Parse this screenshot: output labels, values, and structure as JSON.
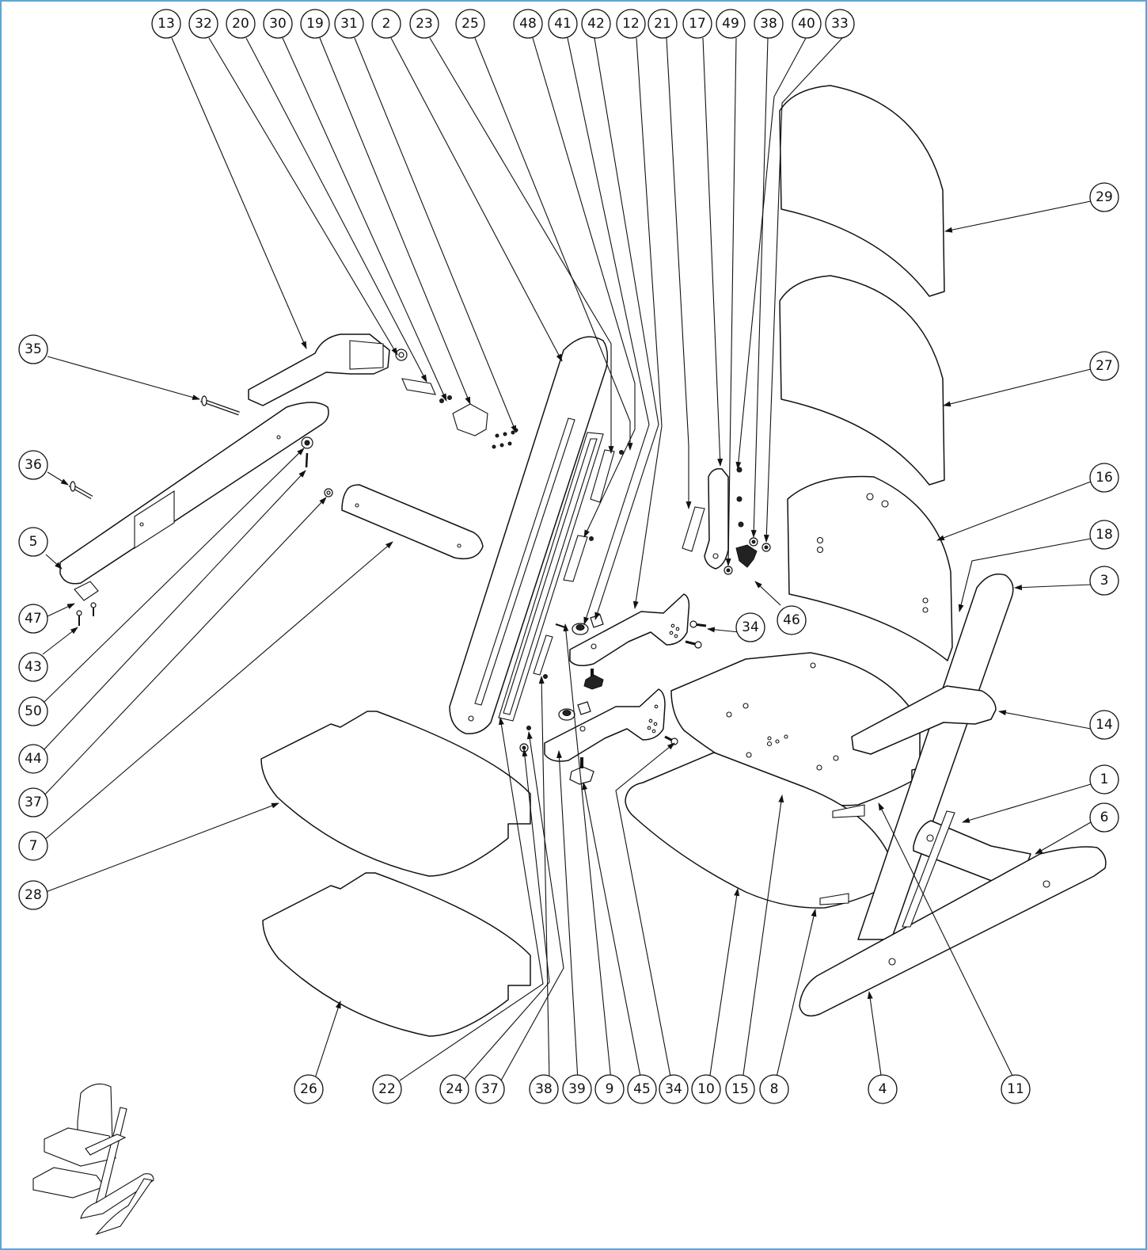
{
  "diagram": {
    "type": "exploded-assembly",
    "frame_color": "#5aa6d6",
    "callouts": [
      "13",
      "32",
      "20",
      "30",
      "19",
      "31",
      "2",
      "23",
      "25",
      "48",
      "41",
      "42",
      "12",
      "21",
      "17",
      "49",
      "38",
      "40",
      "33",
      "29",
      "27",
      "16",
      "18",
      "3",
      "46",
      "34",
      "14",
      "1",
      "6",
      "35",
      "36",
      "5",
      "47",
      "43",
      "50",
      "44",
      "37",
      "7",
      "28",
      "26",
      "22",
      "24",
      "37",
      "38",
      "39",
      "9",
      "45",
      "34",
      "10",
      "15",
      "8",
      "4",
      "11"
    ]
  }
}
